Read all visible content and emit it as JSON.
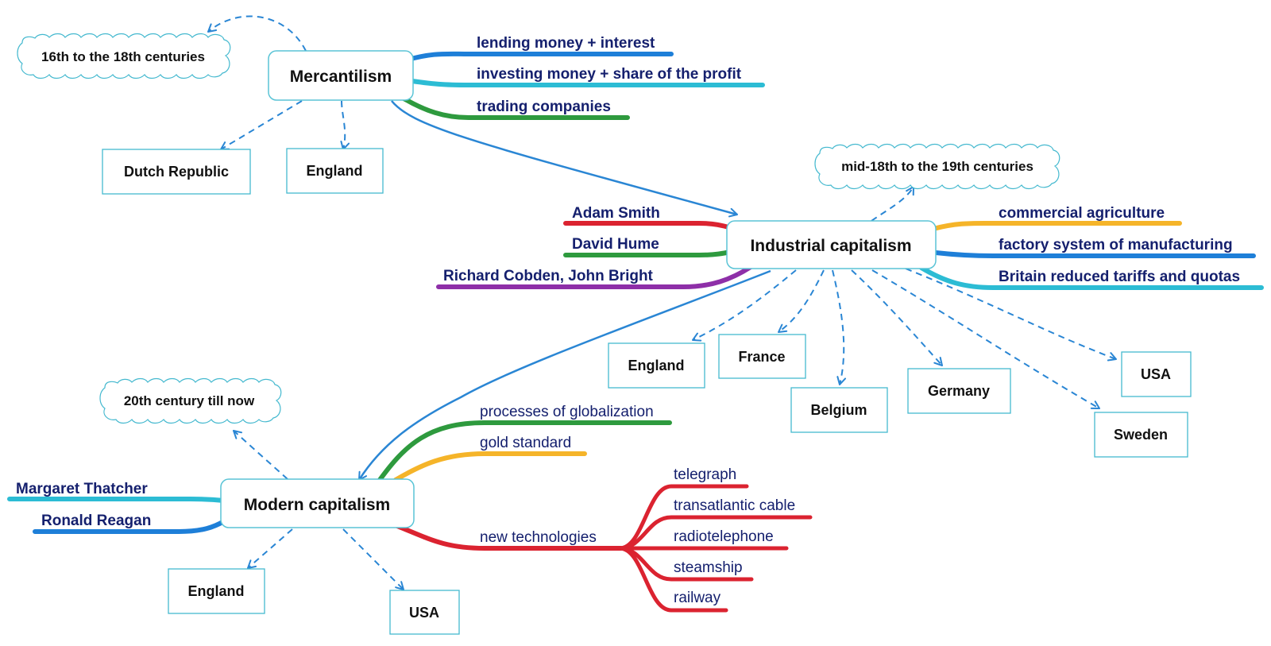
{
  "colors": {
    "blue": "#1e7fd8",
    "cyan": "#2cbcd4",
    "green": "#2e9a3e",
    "red": "#db2330",
    "purple": "#8e2fa8",
    "yellow": "#f5b429",
    "arrow": "#2a86d4",
    "text_dark_blue": "#15206e"
  },
  "mercantilism": {
    "title": "Mercantilism",
    "period": "16th to the 18th centuries",
    "branches": [
      "lending money + interest",
      "investing money + share of the profit",
      "trading companies"
    ],
    "countries": [
      "Dutch Republic",
      "England"
    ]
  },
  "industrial": {
    "title": "Industrial capitalism",
    "period": "mid-18th to the 19th centuries",
    "people": [
      "Adam Smith",
      "David Hume",
      "Richard Cobden, John Bright"
    ],
    "branches": [
      "commercial agriculture",
      "factory system of manufacturing",
      "Britain reduced tariffs and quotas"
    ],
    "countries": [
      "England",
      "France",
      "Belgium",
      "Germany",
      "USA",
      "Sweden"
    ]
  },
  "modern": {
    "title": "Modern capitalism",
    "period": "20th century till now",
    "people": [
      "Margaret Thatcher",
      "Ronald Reagan"
    ],
    "branches": [
      "processes of globalization",
      "gold standard",
      "new technologies"
    ],
    "technologies": [
      "telegraph",
      "transatlantic cable",
      "radiotelephone",
      "steamship",
      "railway"
    ],
    "countries": [
      "England",
      "USA"
    ]
  }
}
